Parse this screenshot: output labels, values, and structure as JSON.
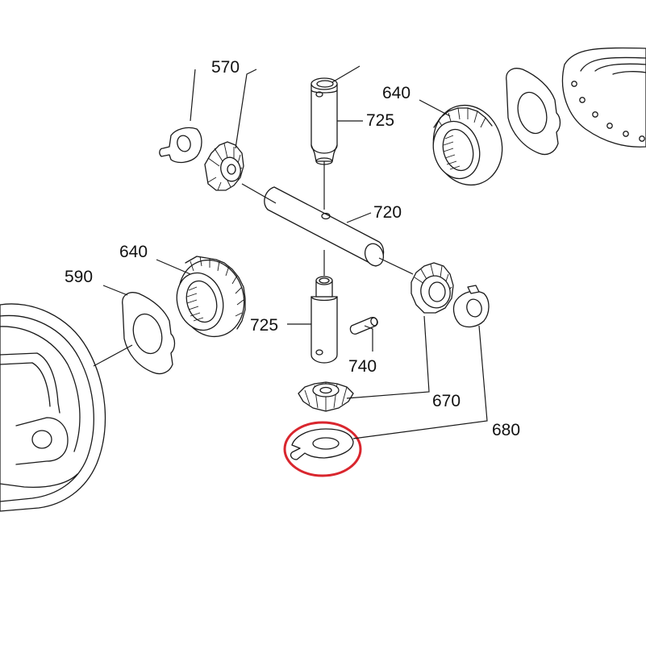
{
  "labels": {
    "p570": "570",
    "p640a": "640",
    "p725a": "725",
    "p720": "720",
    "p640b": "640",
    "p590": "590",
    "p725b": "725",
    "p740": "740",
    "p670": "670",
    "p680": "680"
  },
  "colors": {
    "line": "#1a1a1a",
    "highlight": "#d9262e"
  }
}
